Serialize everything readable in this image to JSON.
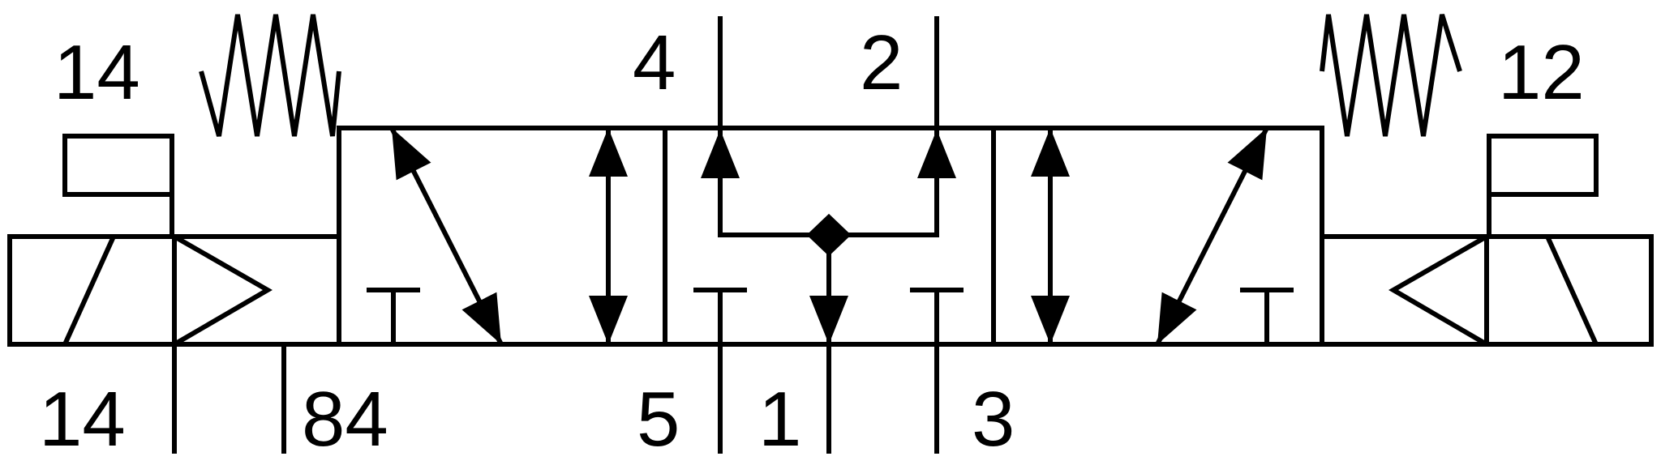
{
  "colors": {
    "stroke": "#000000",
    "background": "#ffffff"
  },
  "labels": {
    "pilot_14_top": "14",
    "pilot_12_top": "12",
    "port_4": "4",
    "port_2": "2",
    "pilot_14_bottom": "14",
    "port_84": "84",
    "port_5": "5",
    "port_1": "1",
    "port_3": "3"
  }
}
